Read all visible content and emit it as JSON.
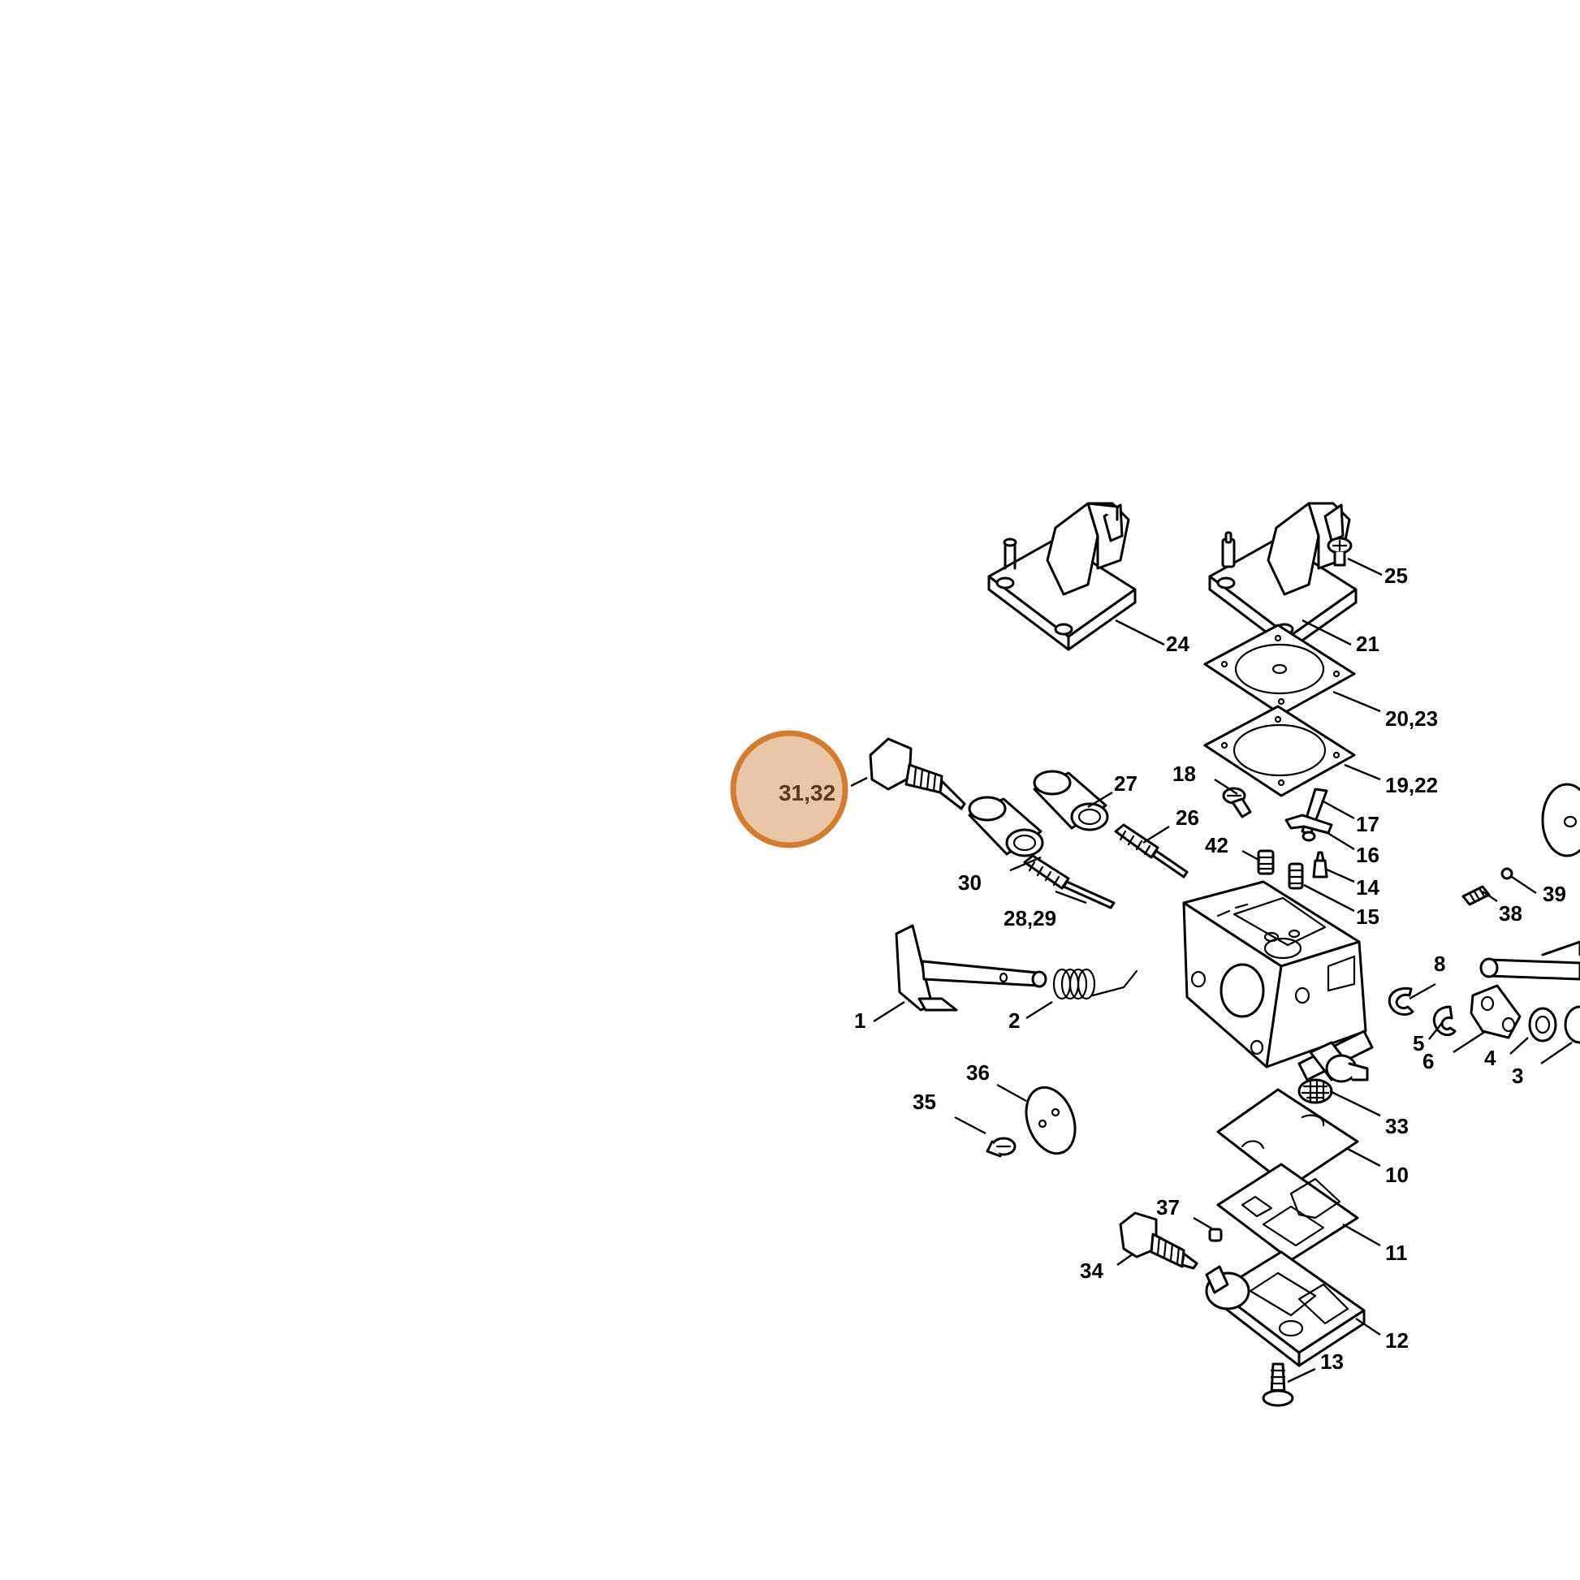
{
  "highlight": {
    "label": "31,32",
    "fill_color": "#e8c6a6",
    "ring_color": "#d07e2e",
    "text_color": "#5b3a1e"
  },
  "callouts": {
    "c1": "1",
    "c2": "2",
    "c3": "3",
    "c4": "4",
    "c5": "5",
    "c6": "6",
    "c8": "8",
    "c10": "10",
    "c11": "11",
    "c12": "12",
    "c13": "13",
    "c14": "14",
    "c15": "15",
    "c16": "16",
    "c17": "17",
    "c18": "18",
    "c19_22": "19,22",
    "c20_23": "20,23",
    "c21": "21",
    "c24": "24",
    "c25": "25",
    "c26": "26",
    "c27": "27",
    "c28_29": "28,29",
    "c30": "30",
    "c33": "33",
    "c34": "34",
    "c35": "35",
    "c36": "36",
    "c37": "37",
    "c38": "38",
    "c39": "39",
    "c42": "42"
  }
}
